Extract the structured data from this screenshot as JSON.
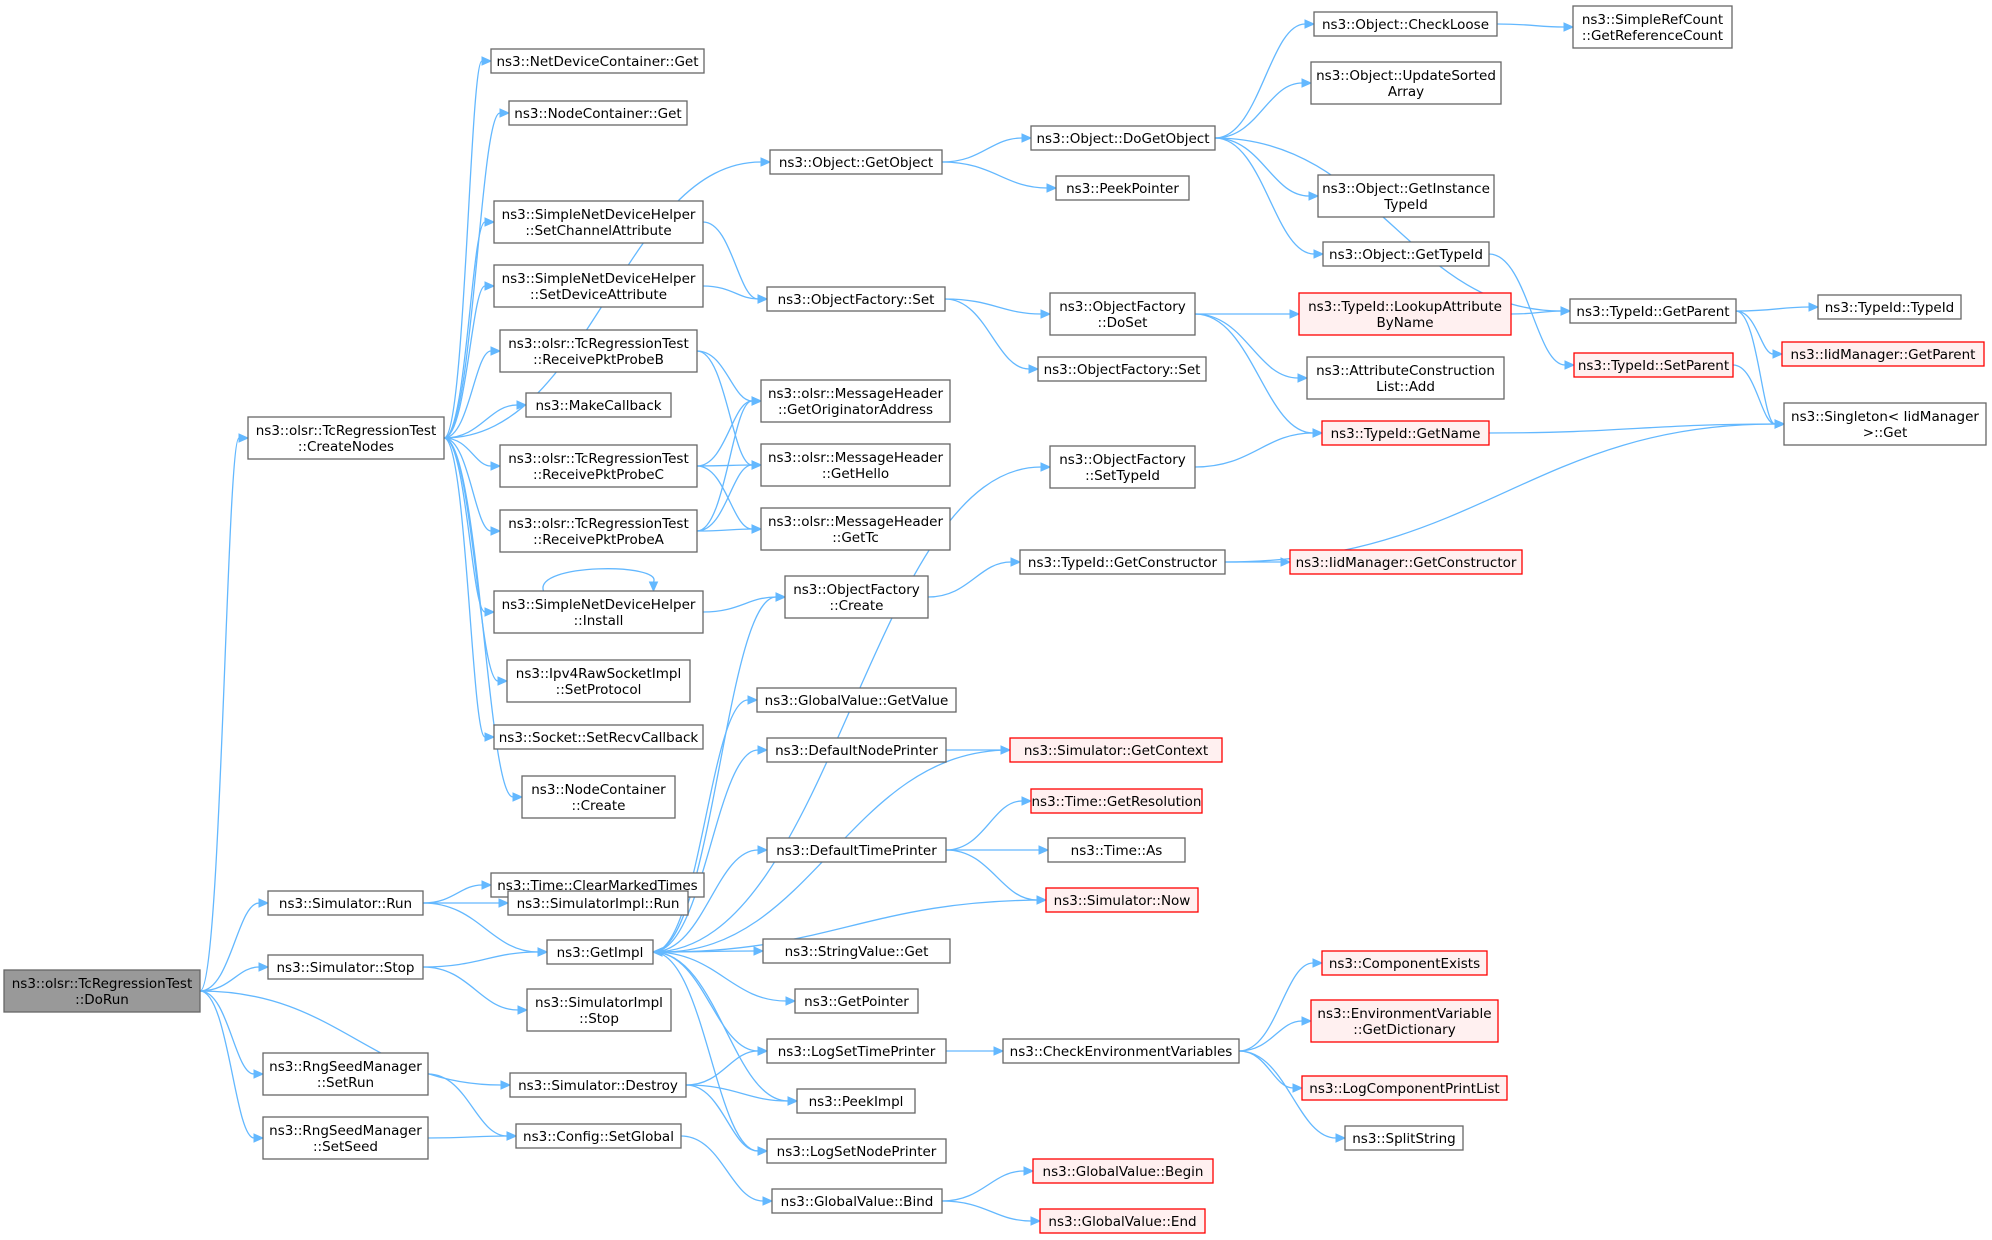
{
  "nodes": [
    {
      "id": "doRun",
      "label": [
        "ns3::olsr::TcRegressionTest",
        "::DoRun"
      ],
      "style": "root"
    },
    {
      "id": "createNodes",
      "label": [
        "ns3::olsr::TcRegressionTest",
        "::CreateNodes"
      ],
      "style": "normal"
    },
    {
      "id": "netDevGet",
      "label": [
        "ns3::NetDeviceContainer::Get"
      ],
      "style": "normal"
    },
    {
      "id": "nodeContGet",
      "label": [
        "ns3::NodeContainer::Get"
      ],
      "style": "normal"
    },
    {
      "id": "objGetObject",
      "label": [
        "ns3::Object::GetObject"
      ],
      "style": "normal"
    },
    {
      "id": "setChannelAttr",
      "label": [
        "ns3::SimpleNetDeviceHelper",
        "::SetChannelAttribute"
      ],
      "style": "normal"
    },
    {
      "id": "setDeviceAttr",
      "label": [
        "ns3::SimpleNetDeviceHelper",
        "::SetDeviceAttribute"
      ],
      "style": "normal"
    },
    {
      "id": "recvB",
      "label": [
        "ns3::olsr::TcRegressionTest",
        "::ReceivePktProbeB"
      ],
      "style": "normal"
    },
    {
      "id": "makeCallback",
      "label": [
        "ns3::MakeCallback"
      ],
      "style": "normal"
    },
    {
      "id": "recvC",
      "label": [
        "ns3::olsr::TcRegressionTest",
        "::ReceivePktProbeC"
      ],
      "style": "normal"
    },
    {
      "id": "recvA",
      "label": [
        "ns3::olsr::TcRegressionTest",
        "::ReceivePktProbeA"
      ],
      "style": "normal"
    },
    {
      "id": "install",
      "label": [
        "ns3::SimpleNetDeviceHelper",
        "::Install"
      ],
      "style": "normal"
    },
    {
      "id": "ipv4SetProto",
      "label": [
        "ns3::Ipv4RawSocketImpl",
        "::SetProtocol"
      ],
      "style": "normal"
    },
    {
      "id": "sockSetRecv",
      "label": [
        "ns3::Socket::SetRecvCallback"
      ],
      "style": "normal"
    },
    {
      "id": "nodeContCreate",
      "label": [
        "ns3::NodeContainer",
        "::Create"
      ],
      "style": "normal"
    },
    {
      "id": "timeClear",
      "label": [
        "ns3::Time::ClearMarkedTimes"
      ],
      "style": "normal"
    },
    {
      "id": "simRun",
      "label": [
        "ns3::Simulator::Run"
      ],
      "style": "normal"
    },
    {
      "id": "simImplRun",
      "label": [
        "ns3::SimulatorImpl::Run"
      ],
      "style": "normal"
    },
    {
      "id": "getImpl",
      "label": [
        "ns3::GetImpl"
      ],
      "style": "normal"
    },
    {
      "id": "simStop",
      "label": [
        "ns3::Simulator::Stop"
      ],
      "style": "normal"
    },
    {
      "id": "simImplStop",
      "label": [
        "ns3::SimulatorImpl",
        "::Stop"
      ],
      "style": "normal"
    },
    {
      "id": "rngSetRun",
      "label": [
        "ns3::RngSeedManager",
        "::SetRun"
      ],
      "style": "normal"
    },
    {
      "id": "simDestroy",
      "label": [
        "ns3::Simulator::Destroy"
      ],
      "style": "normal"
    },
    {
      "id": "rngSetSeed",
      "label": [
        "ns3::RngSeedManager",
        "::SetSeed"
      ],
      "style": "normal"
    },
    {
      "id": "cfgSetGlobal",
      "label": [
        "ns3::Config::SetGlobal"
      ],
      "style": "normal"
    },
    {
      "id": "objDoGetObject",
      "label": [
        "ns3::Object::DoGetObject"
      ],
      "style": "normal"
    },
    {
      "id": "peekPointer",
      "label": [
        "ns3::PeekPointer"
      ],
      "style": "normal"
    },
    {
      "id": "objFactSet1",
      "label": [
        "ns3::ObjectFactory::Set"
      ],
      "style": "normal"
    },
    {
      "id": "msgGetOrig",
      "label": [
        "ns3::olsr::MessageHeader",
        "::GetOriginatorAddress"
      ],
      "style": "normal"
    },
    {
      "id": "msgGetHello",
      "label": [
        "ns3::olsr::MessageHeader",
        "::GetHello"
      ],
      "style": "normal"
    },
    {
      "id": "msgGetTc",
      "label": [
        "ns3::olsr::MessageHeader",
        "::GetTc"
      ],
      "style": "normal"
    },
    {
      "id": "objFactCreate",
      "label": [
        "ns3::ObjectFactory",
        "::Create"
      ],
      "style": "normal"
    },
    {
      "id": "gvGetValue",
      "label": [
        "ns3::GlobalValue::GetValue"
      ],
      "style": "normal"
    },
    {
      "id": "defNodePrinter",
      "label": [
        "ns3::DefaultNodePrinter"
      ],
      "style": "normal"
    },
    {
      "id": "defTimePrinter",
      "label": [
        "ns3::DefaultTimePrinter"
      ],
      "style": "normal"
    },
    {
      "id": "stringValueGet",
      "label": [
        "ns3::StringValue::Get"
      ],
      "style": "normal"
    },
    {
      "id": "getPointer",
      "label": [
        "ns3::GetPointer"
      ],
      "style": "normal"
    },
    {
      "id": "logSetTimePrinter",
      "label": [
        "ns3::LogSetTimePrinter"
      ],
      "style": "normal"
    },
    {
      "id": "peekImpl",
      "label": [
        "ns3::PeekImpl"
      ],
      "style": "normal"
    },
    {
      "id": "logSetNodePrinter",
      "label": [
        "ns3::LogSetNodePrinter"
      ],
      "style": "normal"
    },
    {
      "id": "gvBind",
      "label": [
        "ns3::GlobalValue::Bind"
      ],
      "style": "normal"
    },
    {
      "id": "objCheckLoose",
      "label": [
        "ns3::Object::CheckLoose"
      ],
      "style": "normal"
    },
    {
      "id": "objUpdateSorted",
      "label": [
        "ns3::Object::UpdateSorted",
        "Array"
      ],
      "style": "normal"
    },
    {
      "id": "objGetInstanceTid",
      "label": [
        "ns3::Object::GetInstance",
        "TypeId"
      ],
      "style": "normal"
    },
    {
      "id": "objGetTypeId",
      "label": [
        "ns3::Object::GetTypeId"
      ],
      "style": "normal"
    },
    {
      "id": "objFactDoSet",
      "label": [
        "ns3::ObjectFactory",
        "::DoSet"
      ],
      "style": "normal"
    },
    {
      "id": "objFactSet2",
      "label": [
        "ns3::ObjectFactory::Set"
      ],
      "style": "normal"
    },
    {
      "id": "objFactSetTid",
      "label": [
        "ns3::ObjectFactory",
        "::SetTypeId"
      ],
      "style": "normal"
    },
    {
      "id": "tidGetConstructor",
      "label": [
        "ns3::TypeId::GetConstructor"
      ],
      "style": "normal"
    },
    {
      "id": "simGetContext",
      "label": [
        "ns3::Simulator::GetContext"
      ],
      "style": "red"
    },
    {
      "id": "timeGetRes",
      "label": [
        "ns3::Time::GetResolution"
      ],
      "style": "red"
    },
    {
      "id": "timeAs",
      "label": [
        "ns3::Time::As"
      ],
      "style": "normal"
    },
    {
      "id": "simNow",
      "label": [
        "ns3::Simulator::Now"
      ],
      "style": "red"
    },
    {
      "id": "checkEnvVars",
      "label": [
        "ns3::CheckEnvironmentVariables"
      ],
      "style": "normal"
    },
    {
      "id": "gvBegin",
      "label": [
        "ns3::GlobalValue::Begin"
      ],
      "style": "red"
    },
    {
      "id": "gvEnd",
      "label": [
        "ns3::GlobalValue::End"
      ],
      "style": "red"
    },
    {
      "id": "simpleRefCount",
      "label": [
        "ns3::SimpleRefCount",
        "::GetReferenceCount"
      ],
      "style": "normal"
    },
    {
      "id": "tidLookupAttr",
      "label": [
        "ns3::TypeId::LookupAttribute",
        "ByName"
      ],
      "style": "red"
    },
    {
      "id": "attrConstrAdd",
      "label": [
        "ns3::AttributeConstruction",
        "List::Add"
      ],
      "style": "normal"
    },
    {
      "id": "tidGetName",
      "label": [
        "ns3::TypeId::GetName"
      ],
      "style": "red"
    },
    {
      "id": "iidGetConstructor",
      "label": [
        "ns3::IidManager::GetConstructor"
      ],
      "style": "red"
    },
    {
      "id": "componentExists",
      "label": [
        "ns3::ComponentExists"
      ],
      "style": "red"
    },
    {
      "id": "envVarGetDict",
      "label": [
        "ns3::EnvironmentVariable",
        "::GetDictionary"
      ],
      "style": "red"
    },
    {
      "id": "logCompPrintList",
      "label": [
        "ns3::LogComponentPrintList"
      ],
      "style": "red"
    },
    {
      "id": "splitString",
      "label": [
        "ns3::SplitString"
      ],
      "style": "normal"
    },
    {
      "id": "tidGetParent",
      "label": [
        "ns3::TypeId::GetParent"
      ],
      "style": "normal"
    },
    {
      "id": "tidSetParent",
      "label": [
        "ns3::TypeId::SetParent"
      ],
      "style": "red"
    },
    {
      "id": "tidTypeId",
      "label": [
        "ns3::TypeId::TypeId"
      ],
      "style": "normal"
    },
    {
      "id": "iidGetParent",
      "label": [
        "ns3::IidManager::GetParent"
      ],
      "style": "red"
    },
    {
      "id": "singletonGet",
      "label": [
        "ns3::Singleton< IidManager",
        " >::Get"
      ],
      "style": "normal"
    }
  ],
  "edges": [
    [
      "doRun",
      "createNodes"
    ],
    [
      "doRun",
      "simRun"
    ],
    [
      "doRun",
      "simStop"
    ],
    [
      "doRun",
      "rngSetRun"
    ],
    [
      "doRun",
      "rngSetSeed"
    ],
    [
      "doRun",
      "simDestroy"
    ],
    [
      "createNodes",
      "netDevGet"
    ],
    [
      "createNodes",
      "nodeContGet"
    ],
    [
      "createNodes",
      "objGetObject"
    ],
    [
      "createNodes",
      "setChannelAttr"
    ],
    [
      "createNodes",
      "setDeviceAttr"
    ],
    [
      "createNodes",
      "recvB"
    ],
    [
      "createNodes",
      "makeCallback"
    ],
    [
      "createNodes",
      "recvC"
    ],
    [
      "createNodes",
      "recvA"
    ],
    [
      "createNodes",
      "install"
    ],
    [
      "createNodes",
      "ipv4SetProto"
    ],
    [
      "createNodes",
      "sockSetRecv"
    ],
    [
      "createNodes",
      "nodeContCreate"
    ],
    [
      "objGetObject",
      "objDoGetObject"
    ],
    [
      "objGetObject",
      "peekPointer"
    ],
    [
      "setChannelAttr",
      "objFactSet1"
    ],
    [
      "setDeviceAttr",
      "objFactSet1"
    ],
    [
      "recvB",
      "msgGetOrig"
    ],
    [
      "recvB",
      "msgGetHello"
    ],
    [
      "recvC",
      "msgGetOrig"
    ],
    [
      "recvC",
      "msgGetHello"
    ],
    [
      "recvC",
      "msgGetTc"
    ],
    [
      "recvA",
      "msgGetOrig"
    ],
    [
      "recvA",
      "msgGetHello"
    ],
    [
      "recvA",
      "msgGetTc"
    ],
    [
      "install",
      "install"
    ],
    [
      "install",
      "objFactCreate"
    ],
    [
      "simRun",
      "timeClear"
    ],
    [
      "simRun",
      "simImplRun"
    ],
    [
      "simRun",
      "getImpl"
    ],
    [
      "simStop",
      "getImpl"
    ],
    [
      "simStop",
      "simImplStop"
    ],
    [
      "simDestroy",
      "logSetTimePrinter"
    ],
    [
      "simDestroy",
      "peekImpl"
    ],
    [
      "simDestroy",
      "logSetNodePrinter"
    ],
    [
      "rngSetRun",
      "cfgSetGlobal"
    ],
    [
      "rngSetSeed",
      "cfgSetGlobal"
    ],
    [
      "cfgSetGlobal",
      "gvBind"
    ],
    [
      "getImpl",
      "objFactCreate"
    ],
    [
      "getImpl",
      "objFactSetTid"
    ],
    [
      "getImpl",
      "gvGetValue"
    ],
    [
      "getImpl",
      "defNodePrinter"
    ],
    [
      "getImpl",
      "defTimePrinter"
    ],
    [
      "getImpl",
      "stringValueGet"
    ],
    [
      "getImpl",
      "getPointer"
    ],
    [
      "getImpl",
      "logSetTimePrinter"
    ],
    [
      "getImpl",
      "peekImpl"
    ],
    [
      "getImpl",
      "logSetNodePrinter"
    ],
    [
      "objDoGetObject",
      "objCheckLoose"
    ],
    [
      "objDoGetObject",
      "objUpdateSorted"
    ],
    [
      "objDoGetObject",
      "objGetInstanceTid"
    ],
    [
      "objDoGetObject",
      "objGetTypeId"
    ],
    [
      "objDoGetObject",
      "tidGetParent"
    ],
    [
      "objCheckLoose",
      "simpleRefCount"
    ],
    [
      "objGetTypeId",
      "tidSetParent"
    ],
    [
      "objFactSet1",
      "objFactDoSet"
    ],
    [
      "objFactSet1",
      "objFactSet2"
    ],
    [
      "objFactDoSet",
      "tidLookupAttr"
    ],
    [
      "objFactDoSet",
      "attrConstrAdd"
    ],
    [
      "objFactDoSet",
      "tidGetName"
    ],
    [
      "tidLookupAttr",
      "tidGetParent"
    ],
    [
      "objFactSetTid",
      "tidGetName"
    ],
    [
      "objFactCreate",
      "tidGetConstructor"
    ],
    [
      "tidGetConstructor",
      "iidGetConstructor"
    ],
    [
      "tidGetConstructor",
      "singletonGet"
    ],
    [
      "defNodePrinter",
      "simGetContext"
    ],
    [
      "simGetContext",
      "getImpl"
    ],
    [
      "defTimePrinter",
      "timeGetRes"
    ],
    [
      "defTimePrinter",
      "timeAs"
    ],
    [
      "defTimePrinter",
      "simNow"
    ],
    [
      "simNow",
      "getImpl"
    ],
    [
      "logSetTimePrinter",
      "checkEnvVars"
    ],
    [
      "checkEnvVars",
      "componentExists"
    ],
    [
      "checkEnvVars",
      "envVarGetDict"
    ],
    [
      "checkEnvVars",
      "logCompPrintList"
    ],
    [
      "checkEnvVars",
      "splitString"
    ],
    [
      "gvBind",
      "gvBegin"
    ],
    [
      "gvBind",
      "gvEnd"
    ],
    [
      "tidGetName",
      "singletonGet"
    ],
    [
      "tidGetParent",
      "tidTypeId"
    ],
    [
      "tidGetParent",
      "iidGetParent"
    ],
    [
      "tidGetParent",
      "singletonGet"
    ],
    [
      "tidSetParent",
      "singletonGet"
    ]
  ]
}
